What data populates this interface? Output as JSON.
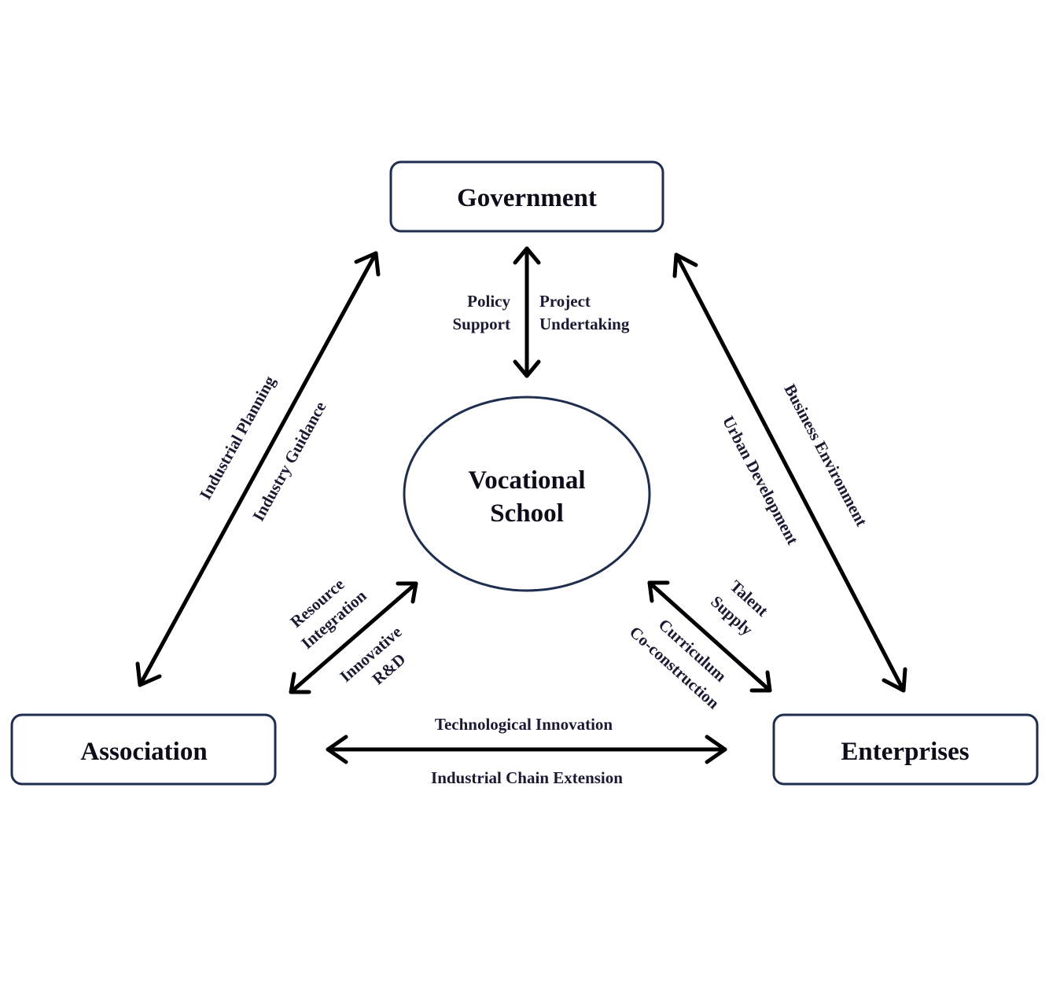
{
  "nodes": {
    "government": "Government",
    "association": "Association",
    "enterprises": "Enterprises",
    "school_line1": "Vocational",
    "school_line2": "School"
  },
  "labels": {
    "policy": "Policy",
    "support": "Support",
    "project": "Project",
    "undertaking": "Undertaking",
    "industrial_planning": "Industrial Planning",
    "industry_guidance": "Industry Guidance",
    "business_environment": "Business Environment",
    "urban_development": "Urban Development",
    "resource": "Resource",
    "integration": "Integration",
    "innovative": "Innovative",
    "rd": "R&D",
    "talent": "Talent",
    "supply": "Supply",
    "curriculum": "Curriculum",
    "co_construction": "Co-construction",
    "technological_innovation": "Technological Innovation",
    "industrial_chain_extension": "Industrial Chain Extension"
  }
}
